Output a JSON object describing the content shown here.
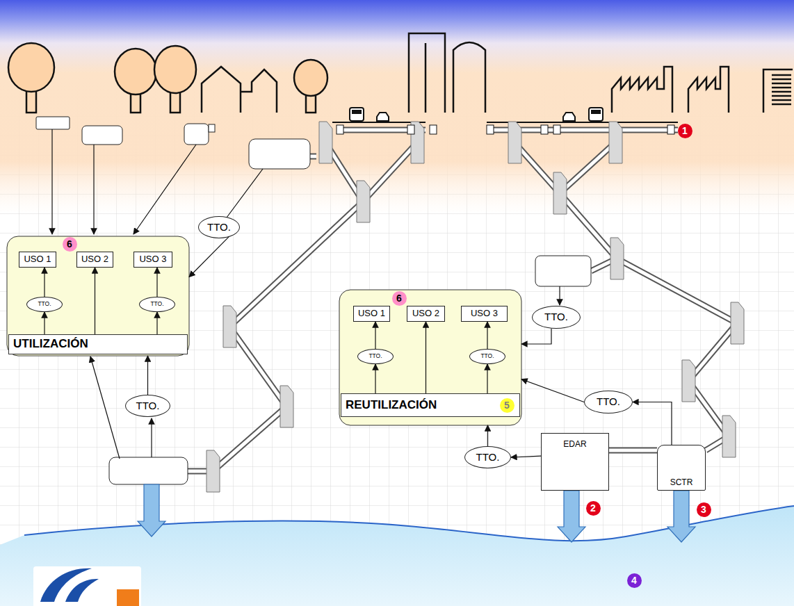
{
  "diagram": {
    "nodes": [
      {
        "text": [
          "UTILIZACIÓN"
        ]
      },
      {
        "text": [
          "USO 1"
        ],
        "in": 0
      },
      {
        "text": [
          "USO 2"
        ],
        "in": 0
      },
      {
        "text": [
          "USO 3"
        ],
        "in": 0
      },
      {
        "text": [
          "TTO."
        ],
        "in": 0
      },
      {
        "text": [
          "TTO."
        ],
        "in": 0
      },
      {
        "text": [
          "TTO."
        ]
      },
      {
        "text": [
          "REUTILIZACIÓN"
        ]
      },
      {
        "text": [
          "USO 1"
        ],
        "in": 7
      },
      {
        "text": [
          "USO 2"
        ],
        "in": 7
      },
      {
        "text": [
          "USO 3"
        ],
        "in": 7
      },
      {
        "text": [
          "TTO."
        ],
        "in": 7
      },
      {
        "text": [
          "TTO."
        ],
        "in": 7
      },
      {
        "text": [
          "TTO."
        ]
      },
      {
        "text": [
          "TTO."
        ]
      },
      {
        "text": [
          "TTO."
        ]
      },
      {
        "text": [
          "EDAR"
        ]
      },
      {
        "text": [
          "TTO."
        ]
      },
      {
        "text": [
          "SCTR"
        ]
      }
    ],
    "edges": [
      {
        "from": 0,
        "to": 4,
        "arrow": "to"
      },
      {
        "from": 4,
        "to": 1,
        "arrow": "to"
      },
      {
        "from": 0,
        "to": 2,
        "arrow": "to"
      },
      {
        "from": 0,
        "to": 5,
        "arrow": "to"
      },
      {
        "from": 5,
        "to": 3,
        "arrow": "to"
      },
      {
        "from": 6,
        "to": 0,
        "arrow": "to"
      },
      {
        "from": 7,
        "to": 11,
        "arrow": "to"
      },
      {
        "from": 11,
        "to": 8,
        "arrow": "to"
      },
      {
        "from": 7,
        "to": 9,
        "arrow": "to"
      },
      {
        "from": 7,
        "to": 12,
        "arrow": "to"
      },
      {
        "from": 12,
        "to": 10,
        "arrow": "to"
      },
      {
        "from": 13,
        "to": 7,
        "arrow": "to"
      },
      {
        "from": 14,
        "to": 0,
        "arrow": "to"
      },
      {
        "from": 15,
        "to": 7,
        "arrow": "to"
      },
      {
        "from": 18,
        "to": 15,
        "arrow": "to"
      },
      {
        "from": 16,
        "to": 17,
        "arrow": "to"
      },
      {
        "from": 17,
        "to": 7,
        "arrow": "to"
      },
      {
        "from": 18,
        "to": 16,
        "arrow": "none"
      }
    ],
    "labels": [
      "1",
      "6",
      "6",
      "5",
      "2",
      "3",
      "4"
    ]
  }
}
